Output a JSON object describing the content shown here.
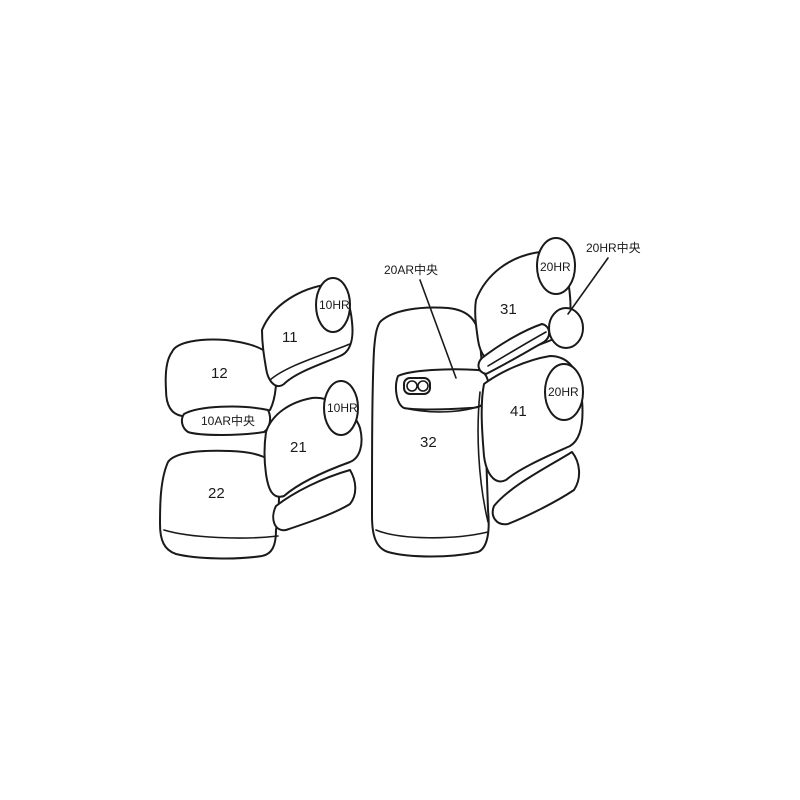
{
  "labels": {
    "seat_11": "11",
    "seat_12": "12",
    "seat_21": "21",
    "seat_22": "22",
    "seat_31": "31",
    "seat_32": "32",
    "seat_41": "41",
    "hr_10_top": "10HR",
    "hr_10_mid": "10HR",
    "hr_20_top": "20HR",
    "hr_20_right": "20HR",
    "ar_10_center": "10AR中央",
    "ar_20_center": "20AR中央",
    "hr_20_center": "20HR中央"
  }
}
